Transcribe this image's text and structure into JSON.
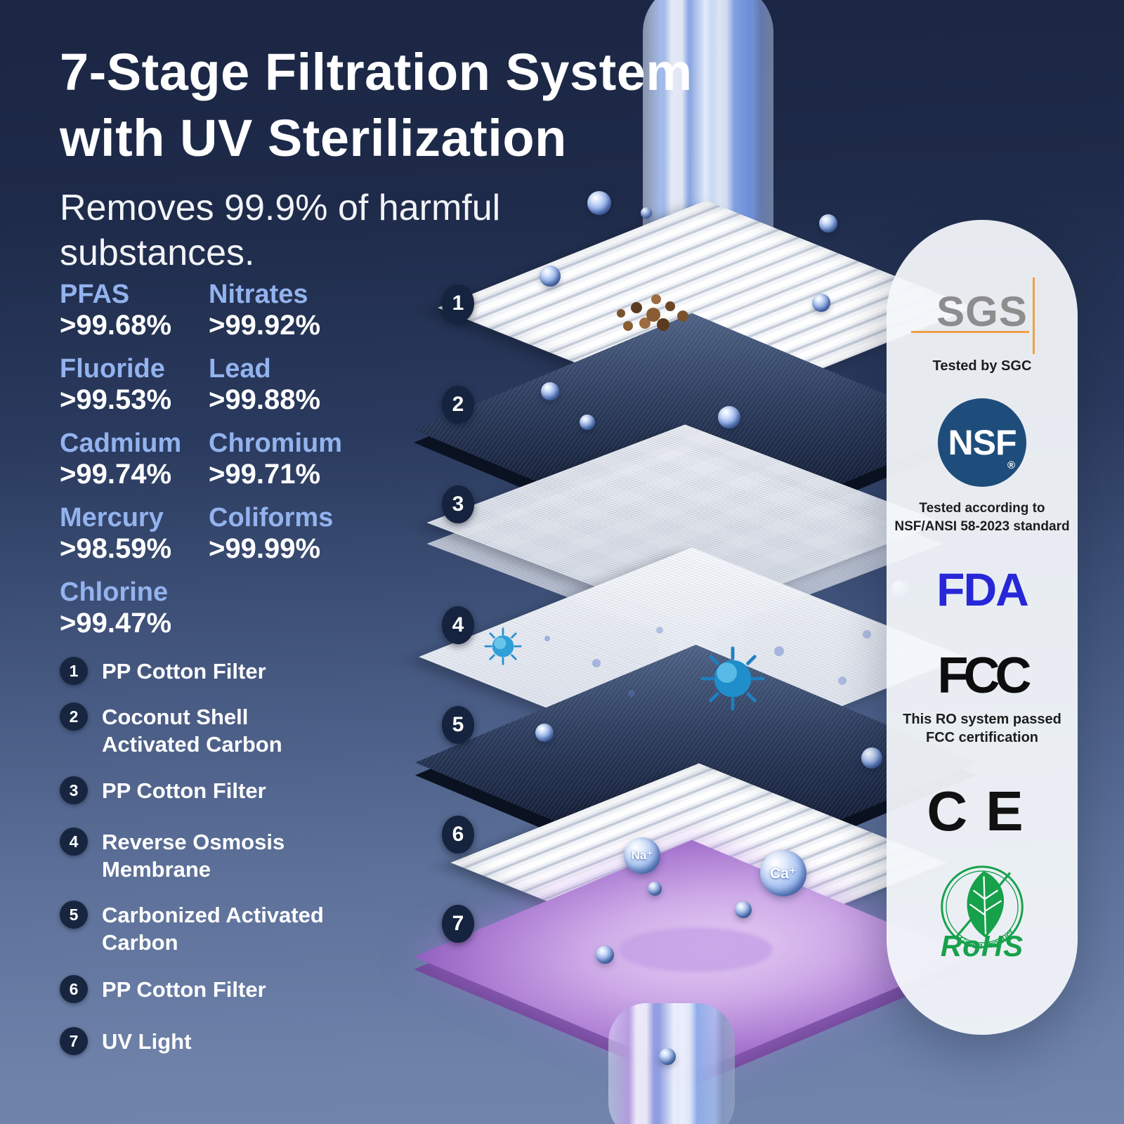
{
  "title": "7-Stage Filtration System\nwith UV Sterilization",
  "subtitle": "Removes 99.9% of harmful\nsubstances.",
  "contaminants": [
    {
      "name": "PFAS",
      "value": ">99.68%"
    },
    {
      "name": "Nitrates",
      "value": ">99.92%"
    },
    {
      "name": "Fluoride",
      "value": ">99.53%"
    },
    {
      "name": "Lead",
      "value": ">99.88%"
    },
    {
      "name": "Cadmium",
      "value": ">99.74%"
    },
    {
      "name": "Chromium",
      "value": ">99.71%"
    },
    {
      "name": "Mercury",
      "value": ">98.59%"
    },
    {
      "name": "Coliforms",
      "value": ">99.99%"
    },
    {
      "name": "Chlorine",
      "value": ">99.47%"
    }
  ],
  "stages": [
    {
      "num": "1",
      "label": "PP Cotton Filter"
    },
    {
      "num": "2",
      "label": "Coconut Shell\nActivated Carbon"
    },
    {
      "num": "3",
      "label": "PP Cotton Filter"
    },
    {
      "num": "4",
      "label": "Reverse Osmosis\nMembrane"
    },
    {
      "num": "5",
      "label": "Carbonized Activated\nCarbon"
    },
    {
      "num": "6",
      "label": "PP Cotton Filter"
    },
    {
      "num": "7",
      "label": "UV Light"
    }
  ],
  "diagram": {
    "ions": [
      {
        "label": "Na⁺"
      },
      {
        "label": "Ca⁺"
      }
    ]
  },
  "certifications": {
    "sgs": {
      "logo": "SGS",
      "caption": "Tested by SGC"
    },
    "nsf": {
      "logo": "NSF",
      "registered": "®",
      "caption": "Tested according to\nNSF/ANSI 58-2023 standard"
    },
    "fda": {
      "logo": "FDA"
    },
    "fcc": {
      "logo": "FCC",
      "caption": "This RO system passed\nFCC certification"
    },
    "ce": {
      "logo": "CE"
    },
    "rohs": {
      "logo": "RoHS",
      "inner_text": "Green Product"
    }
  },
  "colors": {
    "accent_blue": "#93b3ee",
    "badge_navy": "#17253f",
    "nsf_blue": "#1e4d7b",
    "fda_blue": "#2727d8",
    "rohs_green": "#17a14b",
    "sgs_orange": "#f0a04a",
    "uv_purple": "#cdaae7"
  }
}
